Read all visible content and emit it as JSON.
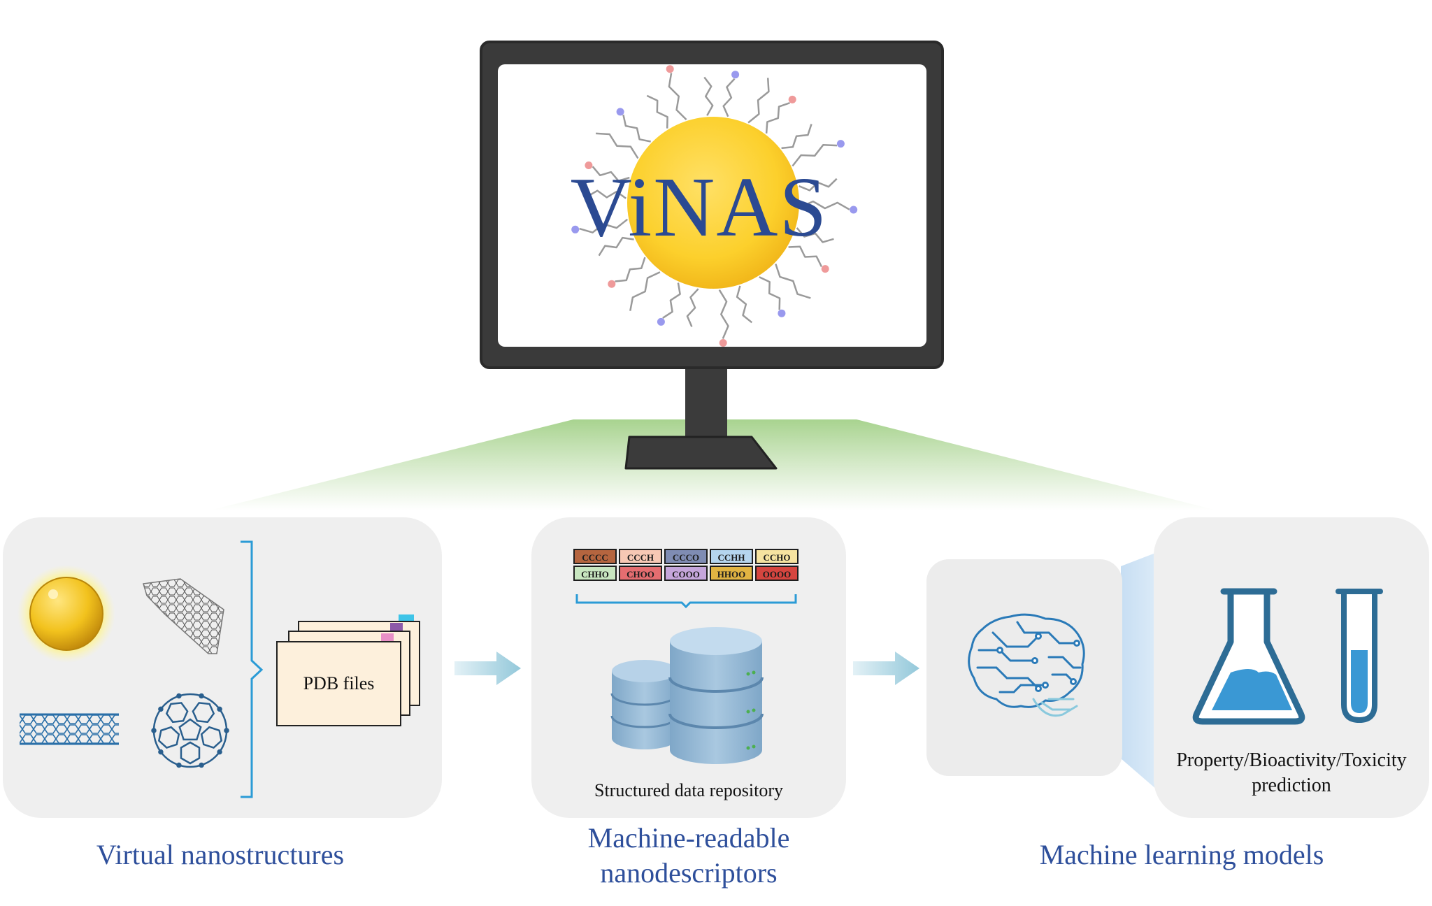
{
  "logo": {
    "text": "ViNAS"
  },
  "panels": {
    "virtual": {
      "label": "Virtual nanostructures",
      "files_label": "PDB files"
    },
    "descriptors": {
      "label_line1": "Machine-readable",
      "label_line2": "nanodescriptors",
      "repo_label": "Structured data repository",
      "table": {
        "row1": [
          "CCCC",
          "CCCH",
          "CCCO",
          "CCHH",
          "CCHO"
        ],
        "row2": [
          "CHHO",
          "CHOO",
          "COOO",
          "HHOO",
          "OOOO"
        ]
      }
    },
    "ml": {
      "label": "Machine learning models",
      "prediction_line1": "Property/Bioactivity/Toxicity",
      "prediction_line2": "prediction"
    }
  },
  "colors": {
    "label_blue": "#2e4f9b",
    "nanoparticle_gold": "#f5c320",
    "monitor_frame": "#3a3a3a",
    "arrow": "#a9d3e1",
    "panel_bg": "#efefef",
    "lab_blue": "#3b9bd6",
    "table_cells": [
      "#b5653f",
      "#f7c8b4",
      "#7f8cb3",
      "#b5d5ee",
      "#f6e3a0",
      "#c8e6c0",
      "#e56d70",
      "#c5a6db",
      "#e1b442",
      "#d6453f"
    ]
  }
}
